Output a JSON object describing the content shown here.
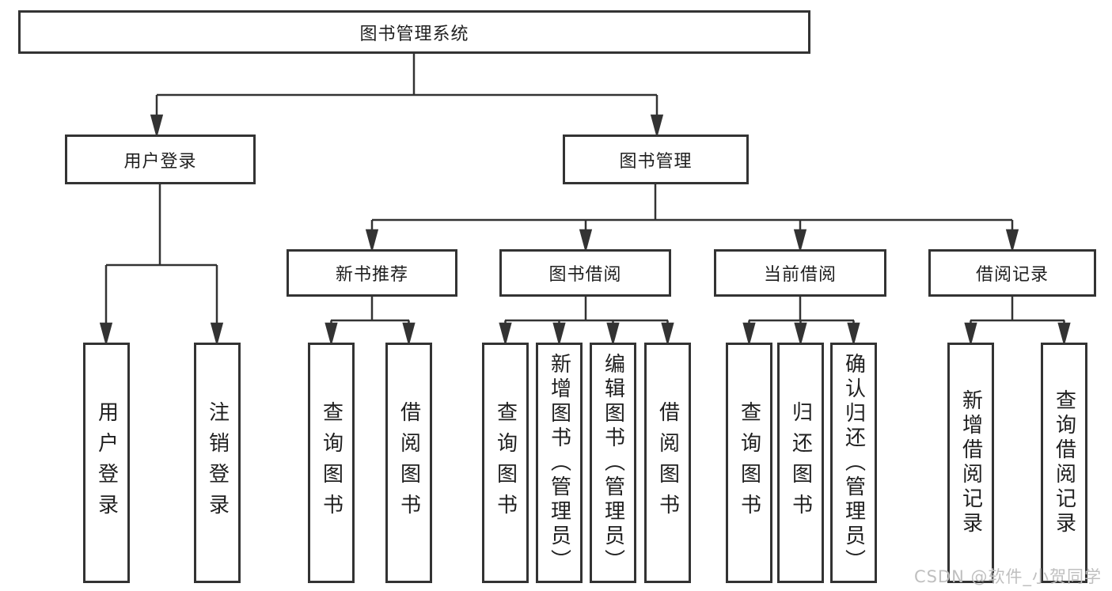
{
  "diagram": {
    "title": "图书管理系统",
    "watermark": "CSDN @软件_小贺同学",
    "level2": [
      {
        "label": "用户登录"
      },
      {
        "label": "图书管理"
      }
    ],
    "level3": [
      {
        "label": "新书推荐"
      },
      {
        "label": "图书借阅"
      },
      {
        "label": "当前借阅"
      },
      {
        "label": "借阅记录"
      }
    ],
    "leaves": {
      "user_login": [
        {
          "label": "用户登录"
        },
        {
          "label": "注销登录"
        }
      ],
      "new_book": [
        {
          "label": "查询图书"
        },
        {
          "label": "借阅图书"
        }
      ],
      "book_borrow": [
        {
          "label": "查询图书"
        },
        {
          "label": "新增图书（管理员）"
        },
        {
          "label": "编辑图书（管理员）"
        },
        {
          "label": "借阅图书"
        }
      ],
      "current_borrow": [
        {
          "label": "查询图书"
        },
        {
          "label": "归还图书"
        },
        {
          "label": "确认归还（管理员）"
        }
      ],
      "borrow_records": [
        {
          "label": "新增借阅记录"
        },
        {
          "label": "查询借阅记录"
        }
      ]
    },
    "colors": {
      "line": "#333333",
      "text": "#1f1f1f",
      "watermark": "#bfbfbf",
      "background": "#ffffff"
    }
  }
}
